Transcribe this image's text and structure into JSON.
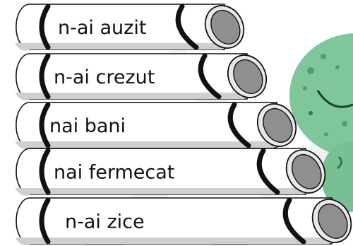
{
  "pipes": [
    {
      "label": "n-ai auzit"
    },
    {
      "label": "n-ai crezut"
    },
    {
      "label": "nai bani"
    },
    {
      "label": "nai fermecat"
    },
    {
      "label": "n-ai zice"
    }
  ],
  "colors": {
    "pipe_fill": "#ffffff",
    "pipe_shadow": "#cfcfcf",
    "pipe_outline": "#111111",
    "pipe_end_inner": "#8f8f8f",
    "frog_body": "#7fc79a",
    "frog_spots": "#4f9e6c",
    "watermark": "#e6e6e6"
  },
  "icons": {
    "character": "frog-icon"
  }
}
